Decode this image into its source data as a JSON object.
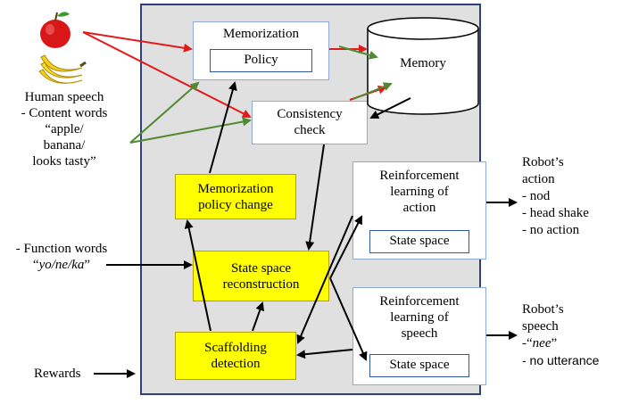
{
  "memorization": {
    "title": "Memorization",
    "policy": "Policy"
  },
  "memory": "Memory",
  "consistency": [
    "Consistency",
    "check"
  ],
  "mem_policy_change": [
    "Memorization",
    "policy change"
  ],
  "state_space_recon": [
    "State space",
    "reconstruction"
  ],
  "scaffolding": [
    "Scaffolding",
    "detection"
  ],
  "rl_action": {
    "lines": [
      "Reinforcement",
      "learning of",
      "action"
    ],
    "state_space": "State space"
  },
  "rl_speech": {
    "lines": [
      "Reinforcement",
      "learning of",
      "speech"
    ],
    "state_space": "State space"
  },
  "human_speech": [
    "Human speech",
    "- Content words",
    "“apple/",
    "banana/",
    "looks tasty”"
  ],
  "function_words": {
    "line1": "- Function words",
    "line2_open": "“",
    "line2_italic": "yo/ne/ka",
    "line2_close": "”"
  },
  "rewards": "Rewards",
  "robot_action": [
    "Robot’s",
    "action",
    "- nod",
    "- head shake",
    "- no action"
  ],
  "robot_speech": {
    "lines": [
      "Robot’s",
      "speech"
    ],
    "nee_open": "-“",
    "nee_italic": "nee",
    "nee_close": "”",
    "no_utterance": "- no utterance"
  },
  "icons": [
    "apple-icon",
    "banana-icon"
  ],
  "colors": {
    "yellow": "#ffff00",
    "panel": "#e0e0e0",
    "red_arrow": "#e31a1c",
    "green_arrow": "#4f8a2f",
    "box_border": "#8ea9db",
    "panel_border": "#2f3f7f"
  }
}
